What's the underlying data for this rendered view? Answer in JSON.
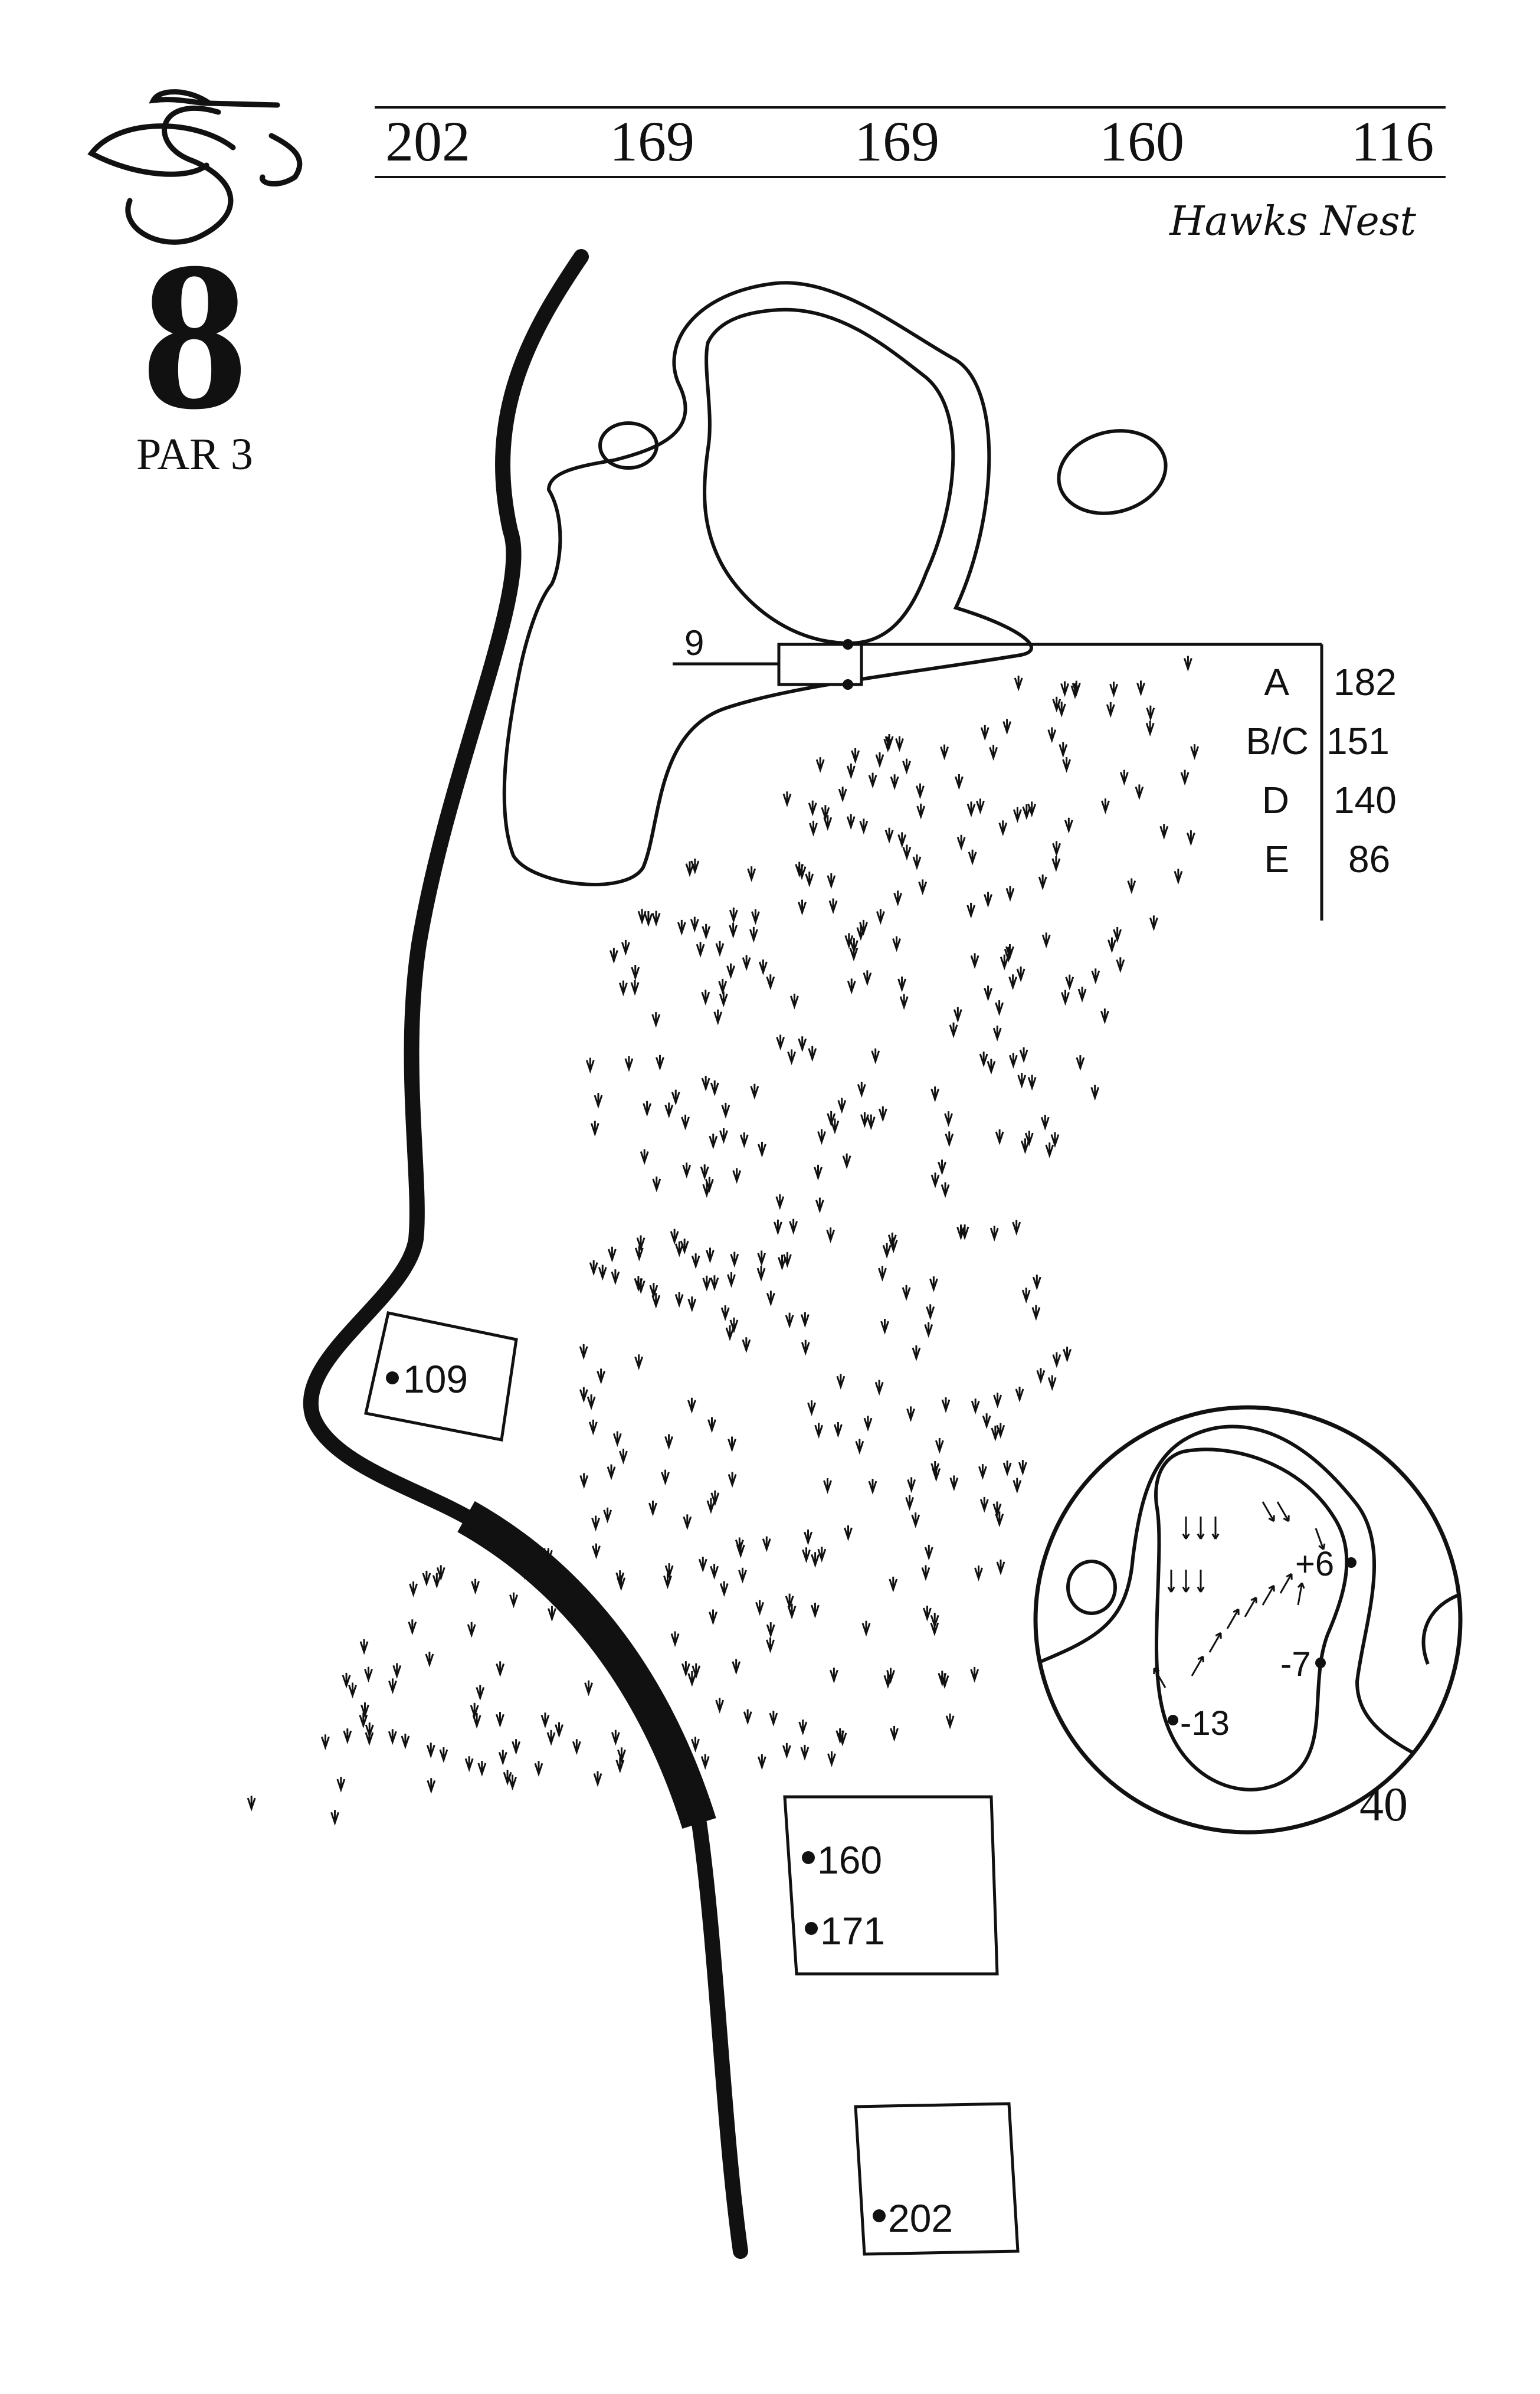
{
  "hole": {
    "number": "8",
    "par_label": "PAR 3",
    "course_name": "Hawks Nest"
  },
  "tee_yardages": [
    "202",
    "169",
    "169",
    "160",
    "116"
  ],
  "green_pin_table": {
    "hole_marker": "9",
    "rows": [
      {
        "pin": "A",
        "yards": "182"
      },
      {
        "pin": "B/C",
        "yards": "151"
      },
      {
        "pin": "D",
        "yards": "140"
      },
      {
        "pin": "E",
        "yards": "86"
      }
    ]
  },
  "yardage_markers": [
    {
      "label": "109"
    },
    {
      "label": "160"
    },
    {
      "label": "171"
    },
    {
      "label": "202"
    }
  ],
  "green_inset": {
    "depth": "40",
    "slope_points": [
      "+6",
      "-7",
      "-13"
    ]
  },
  "colors": {
    "ink": "#111111",
    "paper": "#ffffff"
  }
}
